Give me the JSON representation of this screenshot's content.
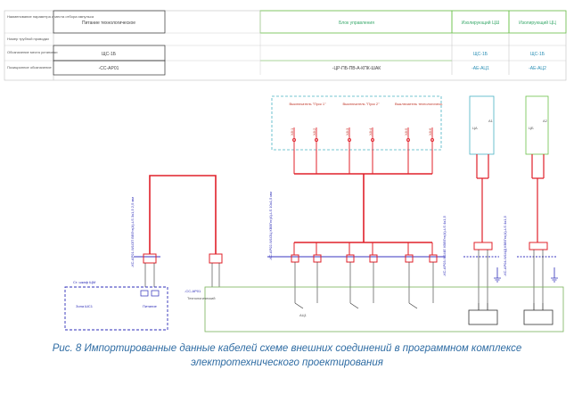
{
  "header_table": {
    "row_labels": [
      "Наименование параметра и места отбора импульса",
      "Номер трубной проводки",
      "Обозначение места установки",
      "Позиционное обозначение"
    ],
    "col_source": {
      "name": "Питание технологическое",
      "place": "ЩС-1Б",
      "position": "-СС-АР01"
    },
    "col_block": {
      "title": "Блок управления",
      "position": "-ЦР-ПБ-ПВ-А-КПК-ШАК"
    },
    "col_c4": {
      "title": "Изолирующий ЦШ",
      "place": "ЩС-1Б",
      "position": "-АЕ-АЦ1"
    },
    "col_c5": {
      "title": "Изолирующий ЦЦ",
      "place": "ЩС-1Б",
      "position": "-АЕ-АЦ2"
    }
  },
  "diagram": {
    "dashed_box_labels": [
      "Выключатель \"Пуск 1\"",
      "Выключатель \"Пуск 2\"",
      "Выключатель технологическ."
    ],
    "terminal_labels": [
      "Х8:1",
      "Х8:2",
      "Х8:3",
      "Х8:4",
      "Х8:5",
      "Х8:6"
    ],
    "device_labels": [
      "А1",
      "А2"
    ],
    "device_small": [
      "ЦА",
      "ЦБ"
    ],
    "cable_labels": [
      "-КС-АР01-W1/2П ВВГнг(А)-LS 3х1,5 2,5 мм",
      "-КС-АР02-W1/2Ц КВВГнг(А)-LS 10х1,5 мм",
      "-КС-АР03-W1/4Е КВВГнг(А)-LS 4х1,5",
      "-КС-АР04-W1/4Д КВВГнг(А)-LS 4х1,5"
    ],
    "bottom_box_title": "Ст. шкаф ЩМ",
    "bottom_box_small": [
      "Зона ШС1",
      "Питание"
    ],
    "wire_label": "Технологический",
    "pos_label": "-СС-АР01",
    "node_label": "АЦ1"
  },
  "colors": {
    "power": "#e0202a",
    "signal": "#3a35c0",
    "frame": "#79b35a",
    "dashed": "#48b3c4",
    "wire": "#333333"
  },
  "caption": {
    "line1": "Рис. 8 Импортированные данные кабелей схеме внешних соединений в программном комплексе",
    "line2": "электротехнического проектирования"
  }
}
